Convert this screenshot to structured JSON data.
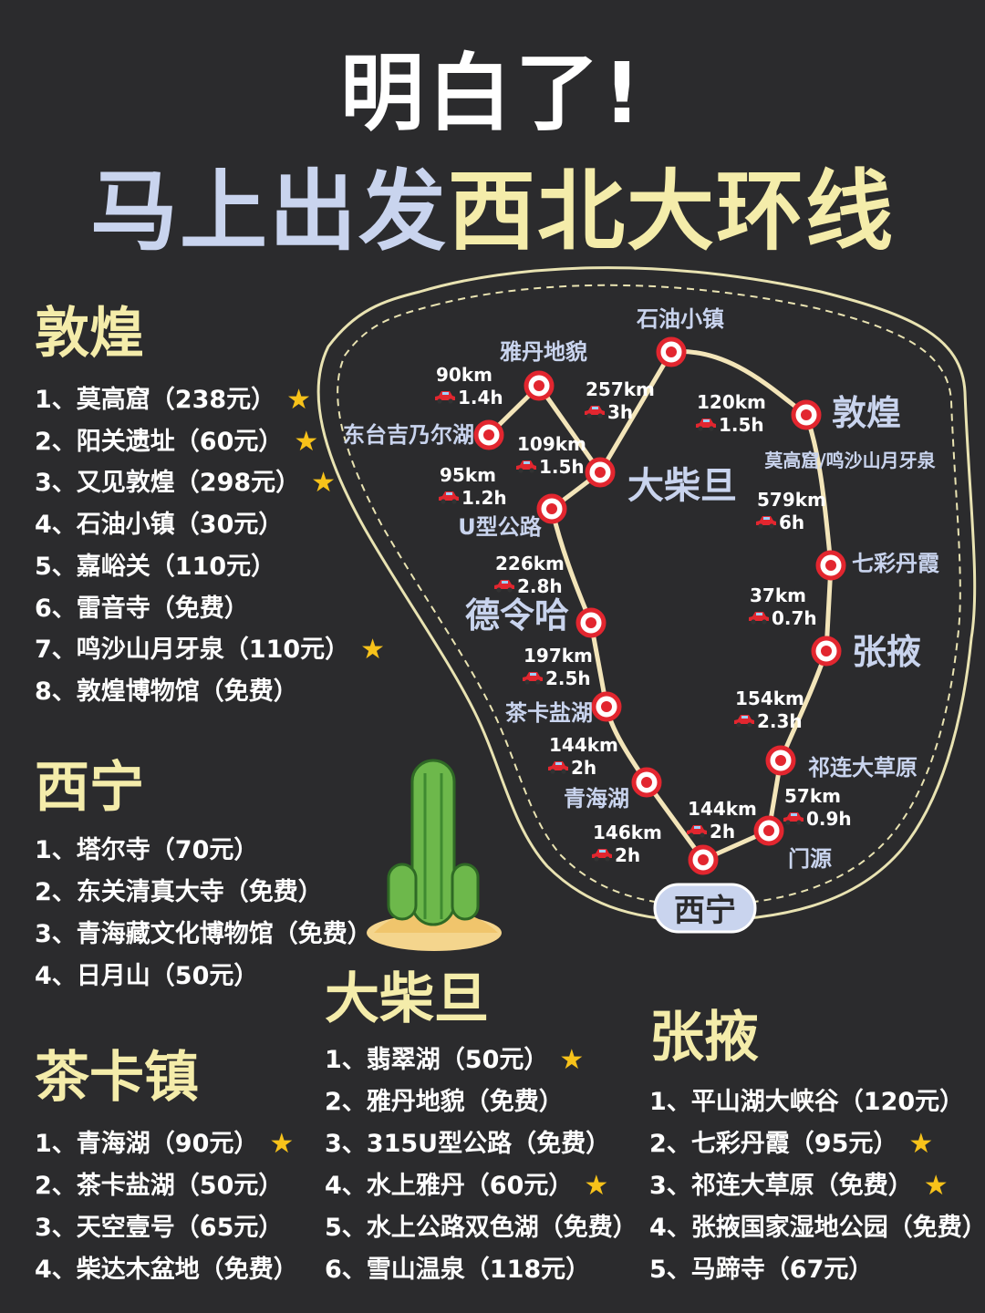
{
  "title": {
    "line1": "明白了!",
    "line2a": "马上出发",
    "line2b": "西北大环线"
  },
  "sections": {
    "dunhuang": {
      "title": "敦煌",
      "items": [
        {
          "text": "1、莫高窟（238元）",
          "star": true
        },
        {
          "text": "2、阳关遗址（60元）",
          "star": true
        },
        {
          "text": "3、又见敦煌（298元）",
          "star": true
        },
        {
          "text": "4、石油小镇（30元）",
          "star": false
        },
        {
          "text": "5、嘉峪关（110元）",
          "star": false
        },
        {
          "text": "6、雷音寺（免费）",
          "star": false
        },
        {
          "text": "7、鸣沙山月牙泉（110元）",
          "star": true
        },
        {
          "text": "8、敦煌博物馆（免费）",
          "star": false
        }
      ]
    },
    "xining": {
      "title": "西宁",
      "items": [
        {
          "text": "1、塔尔寺（70元）",
          "star": false
        },
        {
          "text": "2、东关清真大寺（免费）",
          "star": false
        },
        {
          "text": "3、青海藏文化博物馆（免费）",
          "star": false
        },
        {
          "text": "4、日月山（50元）",
          "star": false
        }
      ]
    },
    "chaka": {
      "title": "茶卡镇",
      "items": [
        {
          "text": "1、青海湖（90元）",
          "star": true
        },
        {
          "text": "2、茶卡盐湖（50元）",
          "star": false
        },
        {
          "text": "3、天空壹号（65元）",
          "star": false
        },
        {
          "text": "4、柴达木盆地（免费）",
          "star": false
        }
      ]
    },
    "dachaidan": {
      "title": "大柴旦",
      "items": [
        {
          "text": "1、翡翠湖（50元）",
          "star": true
        },
        {
          "text": "2、雅丹地貌（免费）",
          "star": false
        },
        {
          "text": "3、315U型公路（免费）",
          "star": false
        },
        {
          "text": "4、水上雅丹（60元）",
          "star": true
        },
        {
          "text": "5、水上公路双色湖（免费）",
          "star": false
        },
        {
          "text": "6、雪山温泉（118元）",
          "star": false
        }
      ]
    },
    "zhangye": {
      "title": "张掖",
      "items": [
        {
          "text": "1、平山湖大峡谷（120元）",
          "star": false
        },
        {
          "text": "2、七彩丹霞（95元）",
          "star": true
        },
        {
          "text": "3、祁连大草原（免费）",
          "star": true
        },
        {
          "text": "4、张掖国家湿地公园（免费）",
          "star": false
        },
        {
          "text": "5、马蹄寺（67元）",
          "star": false
        }
      ]
    }
  },
  "map": {
    "places": {
      "shiyou": "石油小镇",
      "yadan": "雅丹地貌",
      "dongtai": "东台吉乃尔湖",
      "dachaidan": "大柴旦",
      "uroad": "U型公路",
      "delingha": "德令哈",
      "chaka": "茶卡盐湖",
      "qinghaihu": "青海湖",
      "xining": "西宁",
      "menyuan": "门源",
      "qilian": "祁连大草原",
      "zhangye": "张掖",
      "qicai": "七彩丹霞",
      "dunhuang": "敦煌",
      "dunhuang_sub": "莫高窟/鸣沙山月牙泉"
    },
    "legs": [
      {
        "km": "90km",
        "h": "1.4h"
      },
      {
        "km": "257km",
        "h": "3h"
      },
      {
        "km": "120km",
        "h": "1.5h"
      },
      {
        "km": "109km",
        "h": "1.5h"
      },
      {
        "km": "95km",
        "h": "1.2h"
      },
      {
        "km": "579km",
        "h": "6h"
      },
      {
        "km": "226km",
        "h": "2.8h"
      },
      {
        "km": "37km",
        "h": "0.7h"
      },
      {
        "km": "197km",
        "h": "2.5h"
      },
      {
        "km": "154km",
        "h": "2.3h"
      },
      {
        "km": "144km",
        "h": "2h"
      },
      {
        "km": "57km",
        "h": "0.9h"
      },
      {
        "km": "144km",
        "h": "2h"
      },
      {
        "km": "146km",
        "h": "2h"
      }
    ]
  },
  "colors": {
    "background": "#2b2b2d",
    "accent_yellow": "#f4ecaa",
    "accent_blue": "#c9d4ee",
    "pin_red": "#e2262f",
    "route": "#f3e5b9",
    "star": "#f7c21a"
  },
  "icons": {
    "star": "star-icon",
    "car": "car-icon",
    "cactus": "cactus-illustration"
  }
}
